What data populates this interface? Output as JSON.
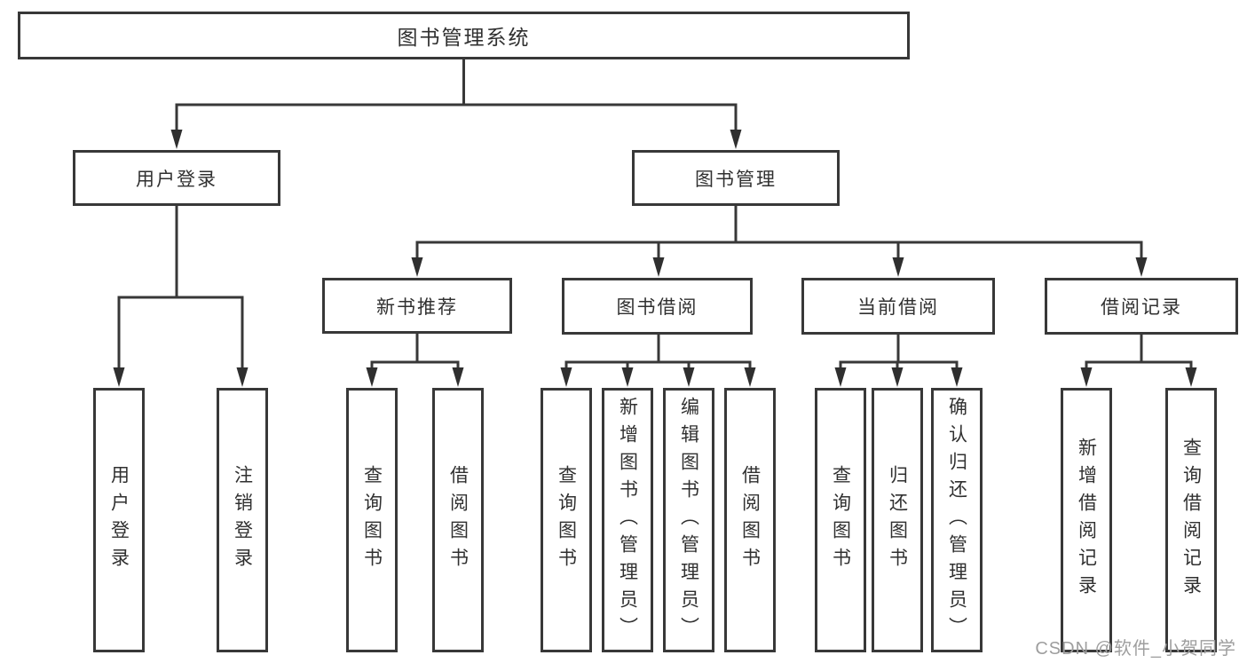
{
  "tree": {
    "label": "图书管理系统",
    "children": [
      {
        "label": "用户登录",
        "children": [
          {
            "label": "用户登录"
          },
          {
            "label": "注销登录"
          }
        ]
      },
      {
        "label": "图书管理",
        "children": [
          {
            "label": "新书推荐",
            "children": [
              {
                "label": "查询图书"
              },
              {
                "label": "借阅图书"
              }
            ]
          },
          {
            "label": "图书借阅",
            "children": [
              {
                "label": "查询图书"
              },
              {
                "label": "新增图书（管理员）"
              },
              {
                "label": "编辑图书（管理员）"
              },
              {
                "label": "借阅图书"
              }
            ]
          },
          {
            "label": "当前借阅",
            "children": [
              {
                "label": "查询图书"
              },
              {
                "label": "归还图书"
              },
              {
                "label": "确认归还（管理员）"
              }
            ]
          },
          {
            "label": "借阅记录",
            "children": [
              {
                "label": "新增借阅记录"
              },
              {
                "label": "查询借阅记录"
              }
            ]
          }
        ]
      }
    ]
  },
  "watermark": "CSDN @软件_小贺同学",
  "colors": {
    "line": "#383838",
    "box_border": "#383838",
    "text": "#303030",
    "watermark": "#9e9e9e",
    "background": "#ffffff"
  }
}
